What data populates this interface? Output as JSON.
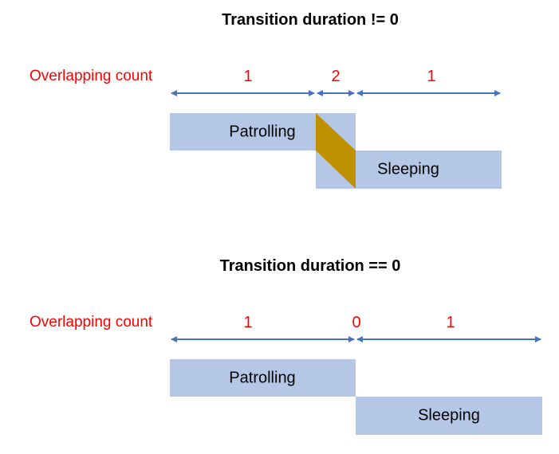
{
  "colors": {
    "accent_red": "#ff0000",
    "arrow_blue": "#4472c4",
    "bar_blue": "#b4c7e7",
    "overlap_gold": "#bf9000"
  },
  "panels": [
    {
      "title": "Transition duration != 0",
      "overlap_label": "Overlapping count",
      "counts": [
        "1",
        "2",
        "1"
      ],
      "bars": [
        "Patrolling",
        "Sleeping"
      ]
    },
    {
      "title": "Transition duration == 0",
      "overlap_label": "Overlapping count",
      "counts": [
        "1",
        "0",
        "1"
      ],
      "bars": [
        "Patrolling",
        "Sleeping"
      ]
    }
  ]
}
